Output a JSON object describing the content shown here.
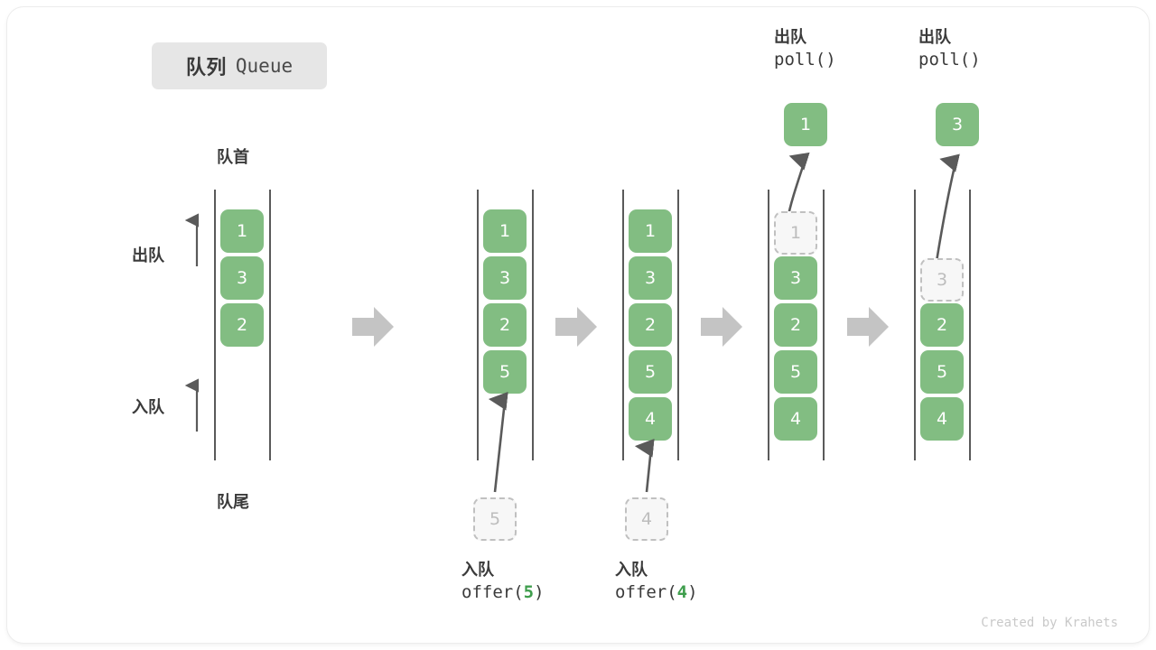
{
  "title": {
    "cn": "队列",
    "en": "Queue"
  },
  "labels": {
    "front": "队首",
    "rear": "队尾",
    "dequeue": "出队",
    "enqueue": "入队"
  },
  "colors": {
    "element_green": "#82bd82",
    "ghost_fill": "#f7f7f7",
    "ghost_border": "#c0c0c0",
    "rail": "#5a5a5a",
    "step_arrow": "#c4c4c4",
    "badge_bg": "#e6e6e6",
    "text": "#3a3a3a",
    "accent_arg": "#3f9e4d",
    "footer_text": "#c9c9c9"
  },
  "footer": "Created by Krahets",
  "steps": [
    {
      "id": "initial",
      "elements": [
        "1",
        "3",
        "2"
      ],
      "ghost": null,
      "popped": null,
      "op_cn": null,
      "op_code": null
    },
    {
      "id": "offer-5",
      "elements": [
        "1",
        "3",
        "2",
        "5"
      ],
      "ghost": "5",
      "popped": null,
      "op_cn": "入队",
      "op_code_prefix": "offer(",
      "op_code_arg": "5",
      "op_code_suffix": ")"
    },
    {
      "id": "offer-4",
      "elements": [
        "1",
        "3",
        "2",
        "5",
        "4"
      ],
      "ghost": "4",
      "popped": null,
      "op_cn": "入队",
      "op_code_prefix": "offer(",
      "op_code_arg": "4",
      "op_code_suffix": ")"
    },
    {
      "id": "poll-1",
      "elements": [
        "3",
        "2",
        "5",
        "4"
      ],
      "ghost": "1",
      "popped": "1",
      "op_cn": "出队",
      "op_code_prefix": "poll(",
      "op_code_arg": "",
      "op_code_suffix": ")"
    },
    {
      "id": "poll-3",
      "elements": [
        "2",
        "5",
        "4"
      ],
      "ghost": "3",
      "popped": "3",
      "op_cn": "出队",
      "op_code_prefix": "poll(",
      "op_code_arg": "",
      "op_code_suffix": ")"
    }
  ]
}
